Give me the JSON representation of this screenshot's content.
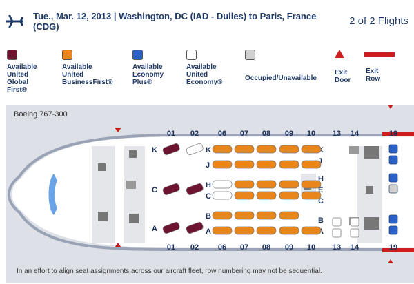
{
  "header": {
    "title": "Tue., Mar. 12, 2013 | Washington, DC (IAD - Dulles) to Paris, France (CDG)",
    "flight_count": "2 of 2 Flights"
  },
  "legend": [
    {
      "id": "global-first",
      "label": "Available\nUnited\nGlobal\nFirst®",
      "color": "#6d1430"
    },
    {
      "id": "business-first",
      "label": "Available\nUnited\nBusinessFirst®",
      "color": "#e8861b"
    },
    {
      "id": "economy-plus",
      "label": "Available\nEconomy\nPlus®",
      "color": "#2b62c8"
    },
    {
      "id": "economy",
      "label": "Available\nUnited\nEconomy®",
      "color": "#ffffff"
    },
    {
      "id": "occupied",
      "label": "Occupied/Unavailable",
      "color": "#d0d0d0"
    },
    {
      "id": "exit-door",
      "label": "Exit\nDoor",
      "color": "#cc1e1e"
    },
    {
      "id": "exit-row",
      "label": "Exit Row",
      "color": "#cc1e1e"
    }
  ],
  "seatmap": {
    "aircraft": "Boeing 767-300",
    "disclaimer": "In an effort to align seat assignments across our aircraft fleet, row numbering may not be sequential.",
    "rows": [
      "01",
      "02",
      "06",
      "07",
      "08",
      "09",
      "10",
      "13",
      "14",
      "19"
    ],
    "first_letters_left": [
      "K",
      "C",
      "A"
    ],
    "business_letters_left": [
      "K",
      "J",
      "H",
      "C",
      "B",
      "A"
    ],
    "business_letters_right": [
      "K",
      "J",
      "H",
      "E",
      "C",
      "B",
      "A"
    ],
    "seats": {
      "first": [
        {
          "row": "01",
          "letter": "K",
          "status": "global-first"
        },
        {
          "row": "02",
          "letter": "K",
          "status": "economy"
        },
        {
          "row": "01",
          "letter": "C",
          "status": "global-first"
        },
        {
          "row": "02",
          "letter": "C",
          "status": "global-first"
        },
        {
          "row": "01",
          "letter": "A",
          "status": "global-first"
        },
        {
          "row": "02",
          "letter": "A",
          "status": "global-first"
        }
      ],
      "business": {
        "K": [
          "business-first",
          "business-first",
          "business-first",
          "business-first",
          "business-first"
        ],
        "J": [
          "business-first",
          "business-first",
          "business-first",
          "business-first",
          "business-first"
        ],
        "H": [
          "economy",
          "business-first",
          "business-first",
          "business-first",
          "business-first"
        ],
        "C": [
          "economy",
          "business-first",
          "business-first",
          "business-first",
          "business-first"
        ],
        "B": [
          "business-first",
          "business-first",
          "business-first",
          "business-first",
          null
        ],
        "A": [
          "business-first",
          "business-first",
          "business-first",
          "business-first",
          "business-first"
        ]
      },
      "row19": [
        "economy-plus",
        "economy-plus",
        "economy-plus",
        "occupied",
        "economy-plus",
        "economy-plus"
      ]
    }
  }
}
